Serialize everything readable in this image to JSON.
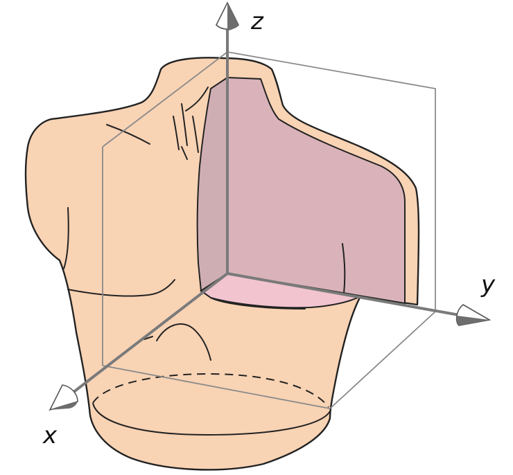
{
  "axes": {
    "x_label": "x",
    "y_label": "y",
    "z_label": "z"
  },
  "colors": {
    "skin": "#f8d3b4",
    "skin_outline": "#222222",
    "section_sagittal": "#d9b3b9",
    "section_transverse": "#f1c4cf",
    "axis": "#7a7a7a",
    "plane_outline": "#8a8a8a"
  }
}
